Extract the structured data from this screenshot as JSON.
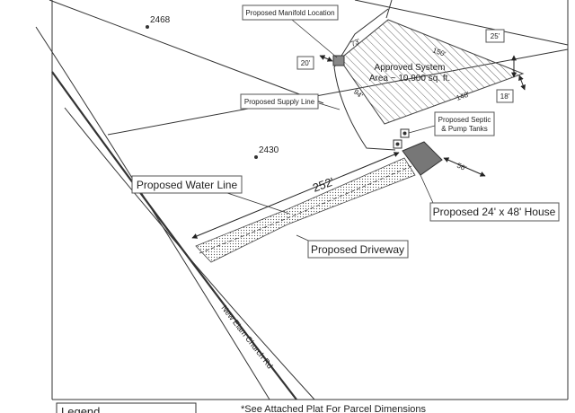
{
  "lots": {
    "lot_2468": "2468",
    "lot_2430": "2430"
  },
  "labels": {
    "manifold": "Proposed Manifold Location",
    "supply_line": "Proposed Supply Line",
    "septic_line1": "Proposed Septic",
    "septic_line2": "& Pump Tanks",
    "water_line": "Proposed Water Line",
    "driveway": "Proposed Driveway",
    "house": "Proposed 24' x 48' House",
    "system_line1": "Approved System",
    "system_line2": "Area ~ 10,900 sq. ft.",
    "road": "New Elam Church Rd"
  },
  "dimensions": {
    "d73": "73'",
    "d150": "150'",
    "d25": "25'",
    "d20": "20'",
    "d94": "94'",
    "d148": "148'",
    "d18": "18'",
    "d56": "56'",
    "d252": "252'"
  },
  "legend": {
    "title": "Legend"
  },
  "footnote": "*See Attached Plat For Parcel Dimensions",
  "colors": {
    "line": "#333333",
    "house_fill": "#777777",
    "hatch": "#666666",
    "paper": "#ffffff"
  }
}
